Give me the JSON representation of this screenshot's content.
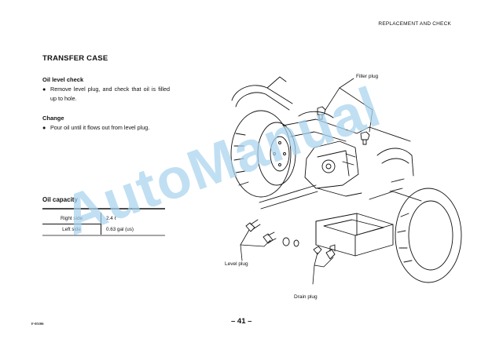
{
  "header": {
    "section": "REPLACEMENT AND CHECK"
  },
  "section_title": "TRANSFER CASE",
  "oil_level_check": {
    "heading": "Oil level check",
    "bullet": "●",
    "text": "Remove level plug, and check that oil is filled up to hole."
  },
  "change": {
    "heading": "Change",
    "bullet": "●",
    "text": "Pour oil until it flows out from level plug."
  },
  "oil_capacity": {
    "heading": "Oil capacity",
    "rows": [
      {
        "label": "Right side",
        "value": "2.4 ℓ"
      },
      {
        "label": "Left side",
        "value": "0.63 gal (us)"
      }
    ]
  },
  "figure": {
    "labels": {
      "filler_plug": "Filler plug",
      "level_plug": "Level plug",
      "drain_plug": "Drain plug"
    }
  },
  "footer": {
    "code": "F-05106",
    "page": "– 41 –"
  },
  "watermark": "AutoManual"
}
